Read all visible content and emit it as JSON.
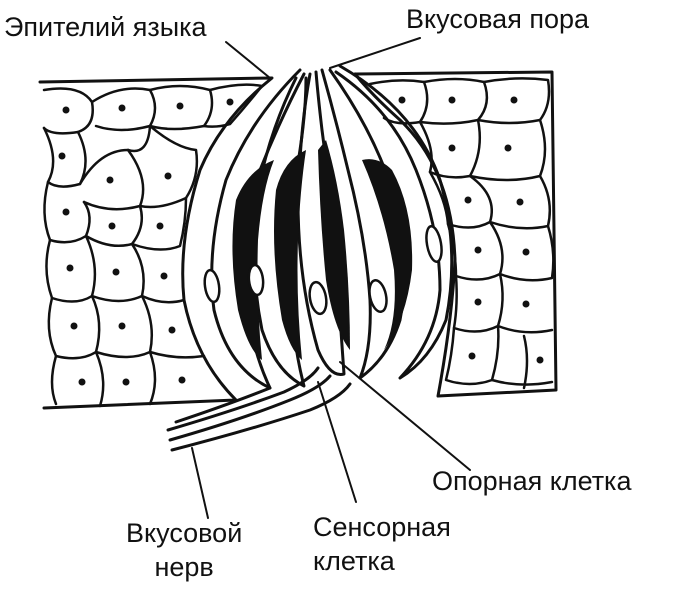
{
  "colors": {
    "ink": "#111111",
    "paper": "#ffffff"
  },
  "labels": {
    "epithelium": "Эпителий языка",
    "pore": "Вкусовая пора",
    "supporting_cell": "Опорная клетка",
    "sensory_cell_line1": "Сенсорная",
    "sensory_cell_line2": "клетка",
    "nerve_line1": "Вкусовой",
    "nerve_line2": "нерв"
  },
  "icons": [
    "taste-bud-illustration"
  ]
}
